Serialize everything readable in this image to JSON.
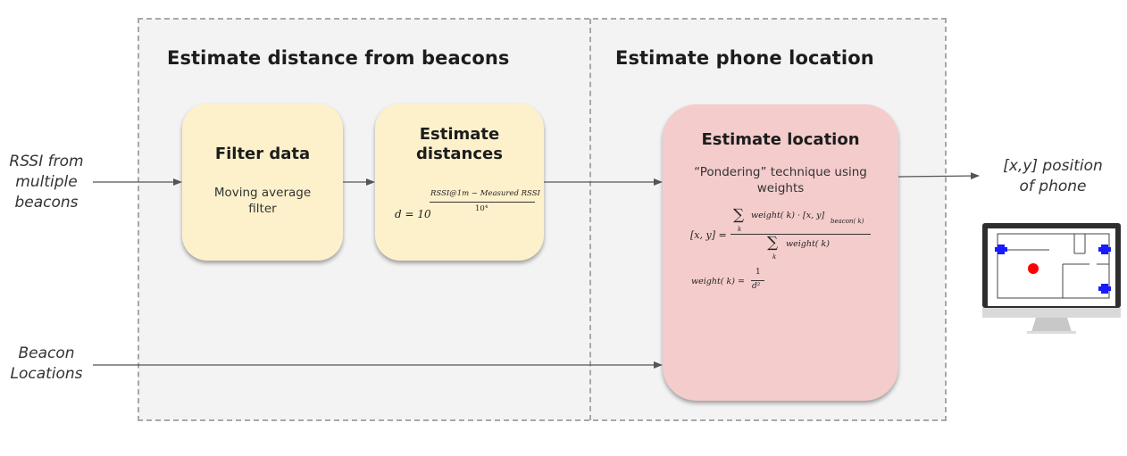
{
  "sections": {
    "left_title": "Estimate distance from beacons",
    "right_title": "Estimate phone location"
  },
  "inputs": {
    "rssi": [
      "RSSI from",
      "multiple",
      "beacons"
    ],
    "beacon_locations": [
      "Beacon",
      "Locations"
    ]
  },
  "filter_box": {
    "title": "Filter data",
    "text": [
      "Moving average",
      "filter"
    ]
  },
  "distance_box": {
    "title": [
      "Estimate",
      "distances"
    ],
    "formula": {
      "lhs": "d = 10",
      "numerator": "RSSI@1m − Measured RSSI",
      "denominator": "10⁴"
    }
  },
  "location_box": {
    "title": "Estimate location",
    "text": [
      "“Pondering” technique using",
      "weights"
    ],
    "formula1": {
      "lhs": "[x, y] =",
      "numerator": "weight( k) · [x, y]",
      "num_sub": "beacon( k)",
      "denominator": "weight( k)",
      "sum_index": "k"
    },
    "formula2": {
      "lhs": "weight( k) =",
      "numerator": "1",
      "denominator": "d²"
    }
  },
  "output": {
    "label": [
      "[x,y] position",
      "of phone"
    ]
  },
  "colors": {
    "panel": "#f3f3f3",
    "yellow_box": "#fdf1cc",
    "pink_box": "#f4cccc",
    "beacon_marker": "#1a1aff",
    "phone_dot": "#ff0000"
  }
}
